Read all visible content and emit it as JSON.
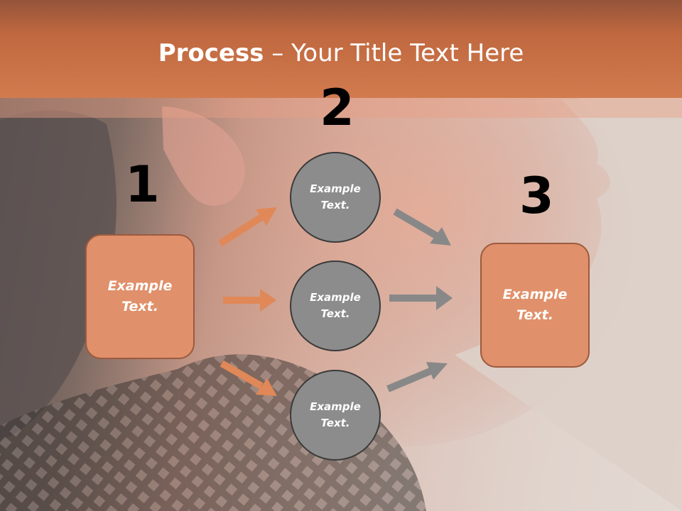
{
  "slide": {
    "title_strong": "Process",
    "title_rest": " – Your Title Text Here"
  },
  "steps": {
    "num1": "1",
    "num2": "2",
    "num3": "3"
  },
  "boxes": {
    "left": "Example Text.",
    "right": "Example Text."
  },
  "circles": {
    "top": "Example Text.",
    "middle": "Example Text.",
    "bottom": "Example Text."
  },
  "colors": {
    "accent": "#d17b4f",
    "box_fill": "#e0906a",
    "circle_fill": "#8c8c8c",
    "arrow_orange": "#e08858",
    "arrow_gray": "#888888"
  }
}
